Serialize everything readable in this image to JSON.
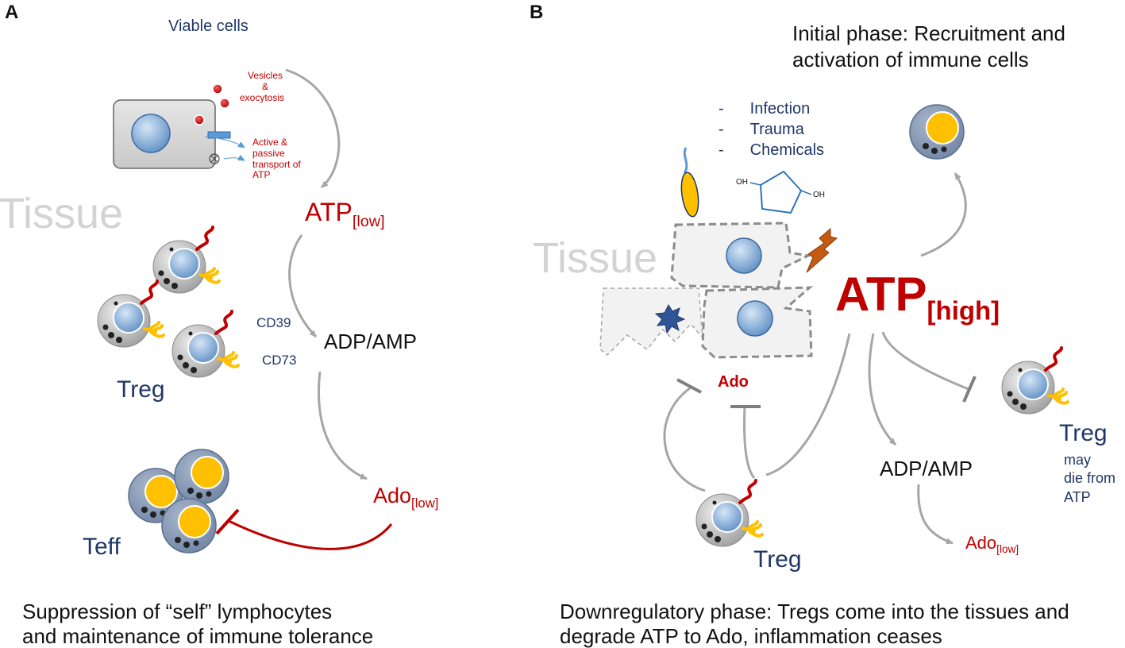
{
  "panel_a": {
    "letter": "A",
    "viable_cells": "Viable cells",
    "vesicles": "Vesicles",
    "ampersand": "&",
    "exocytosis": "exocytosis",
    "transport_1": "Active &",
    "transport_2": "passive",
    "transport_3": "transport of",
    "transport_4": "ATP",
    "tissue": "Tissue",
    "atp": "ATP",
    "atp_sub": "[low]",
    "cd39": "CD39",
    "cd73": "CD73",
    "adp_amp": "ADP/AMP",
    "treg": "Treg",
    "ado": "Ado",
    "ado_sub": "[low]",
    "teff": "Teff",
    "caption_1": "Suppression of “self” lymphocytes",
    "caption_2": "and maintenance of immune tolerance"
  },
  "panel_b": {
    "letter": "B",
    "title_1": "Initial phase: Recruitment and",
    "title_2": "activation of immune cells",
    "causes": [
      "Infection",
      "Trauma",
      "Chemicals"
    ],
    "dash": "-",
    "oh_left": "OH",
    "oh_right": "OH",
    "tissue": "Tissue",
    "atp": "ATP",
    "atp_sub": "[high]",
    "ado": "Ado",
    "adp_amp": "ADP/AMP",
    "ado_low": "Ado",
    "ado_low_sub": "[low]",
    "treg_bottom": "Treg",
    "treg_right": "Treg",
    "may": "may",
    "die_from": "die from",
    "atp_word": "ATP",
    "caption_1": "Downregulatory phase: Tregs come into the tissues and",
    "caption_2": "degrade ATP to Ado, inflammation ceases"
  },
  "colors": {
    "navy": "#1f3768",
    "red": "#c00000",
    "arrow_gray": "#a6a6a6",
    "cell_gray": "#bfbfbf",
    "teff_blue": "#8497b0",
    "nucleus_blue": "#7fa7d9",
    "yellow": "#ffc000"
  }
}
